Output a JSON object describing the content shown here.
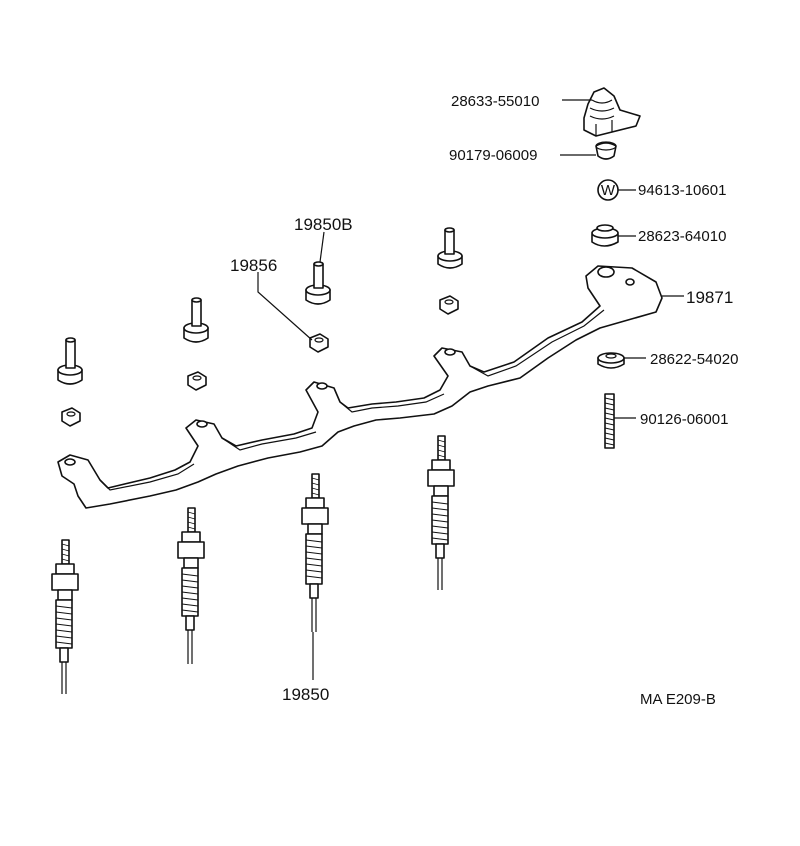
{
  "diagram_code": "MA E209-B",
  "parts": {
    "insulator_cap": "28633-55010",
    "nut_upper": "90179-06009",
    "washer_symbol": "W",
    "washer": "94613-10601",
    "grommet": "28623-64010",
    "bracket": "19871",
    "collar": "28622-54020",
    "stud": "90126-06001",
    "terminal_cap": "19850B",
    "nut": "19856",
    "glow_plug": "19850"
  }
}
